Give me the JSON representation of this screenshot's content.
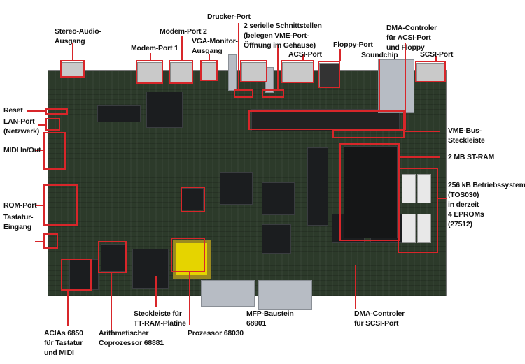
{
  "title": "Atari TT mainboard layout",
  "labels": {
    "stereo_audio": [
      "Stereo-Audio-",
      "Ausgang"
    ],
    "modem_port_1": "Modem-Port 1",
    "modem_port_2": "Modem-Port 2",
    "vga": [
      "VGA-Monitor-",
      "Ausgang"
    ],
    "drucker": "Drucker-Port",
    "serial": [
      "2 serielle Schnittstellen",
      "(belegen VME-Port-",
      "Öffnung im Gehäuse)"
    ],
    "acsi": "ACSI-Port",
    "floppy": "Floppy-Port",
    "soundchip": "Soundchip",
    "dma_acsi": [
      "DMA-Controler",
      "für ACSI-Port",
      "und Floppy"
    ],
    "scsi": "SCSI-Port",
    "reset": "Reset",
    "lan": [
      "LAN-Port",
      "(Netzwerk)"
    ],
    "midi": "MIDI In/Out",
    "rom": "ROM-Port",
    "tastatur": [
      "Tastatur-",
      "Eingang"
    ],
    "vme": [
      "VME-Bus-",
      "Steckleiste"
    ],
    "st_ram": "2 MB ST-RAM",
    "tos": [
      "256 kB Betriebssystem",
      "(TOS030)",
      "in derzeit",
      "4 EPROMs",
      "(27512)"
    ],
    "acias": [
      "ACIAs 6850",
      "für Tastatur",
      "und MIDI"
    ],
    "copro": [
      "Arithmetischer",
      "Coprozessor 68881"
    ],
    "tt_ram": [
      "Steckleiste für",
      "TT-RAM-Platine"
    ],
    "cpu": "Prozessor 68030",
    "mfp": [
      "MFP-Baustein",
      "68901"
    ],
    "dma_scsi": [
      "DMA-Controler",
      "für SCSI-Port"
    ]
  },
  "colors": {
    "accent": "#d8262a",
    "board": "#2c3a2a"
  }
}
